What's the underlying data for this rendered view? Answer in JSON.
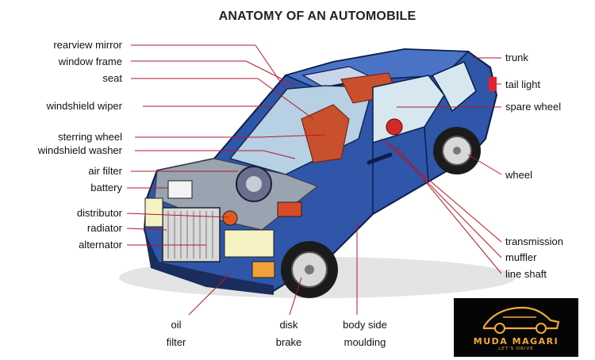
{
  "title": "ANATOMY OF AN AUTOMOBILE",
  "labels": {
    "rearview_mirror": "rearview mirror",
    "window_frame": "window frame",
    "seat": "seat",
    "windshield_wiper": "windshield wiper",
    "steering_wheel": "sterring wheel",
    "windshield_washer": "windshield washer",
    "air_filter": "air filter",
    "battery": "battery",
    "distributor": "distributor",
    "radiator": "radiator",
    "alternator": "alternator",
    "trunk": "trunk",
    "tail_light": "tail light",
    "spare_wheel": "spare wheel",
    "wheel": "wheel",
    "transmission": "transmission",
    "muffler": "muffler",
    "line_shaft": "line shaft",
    "oil_filter_1": "oil",
    "oil_filter_2": "filter",
    "disk_brake_1": "disk",
    "disk_brake_2": "brake",
    "body_side_moulding_1": "body side",
    "body_side_moulding_2": "moulding"
  },
  "brand": {
    "name": "MUDA MAGARI",
    "tagline": "LET'S DRIVE"
  },
  "colors": {
    "car_body": "#2f56a8",
    "leader_line": "#b21a2a",
    "brand_accent": "#f2a93b"
  }
}
